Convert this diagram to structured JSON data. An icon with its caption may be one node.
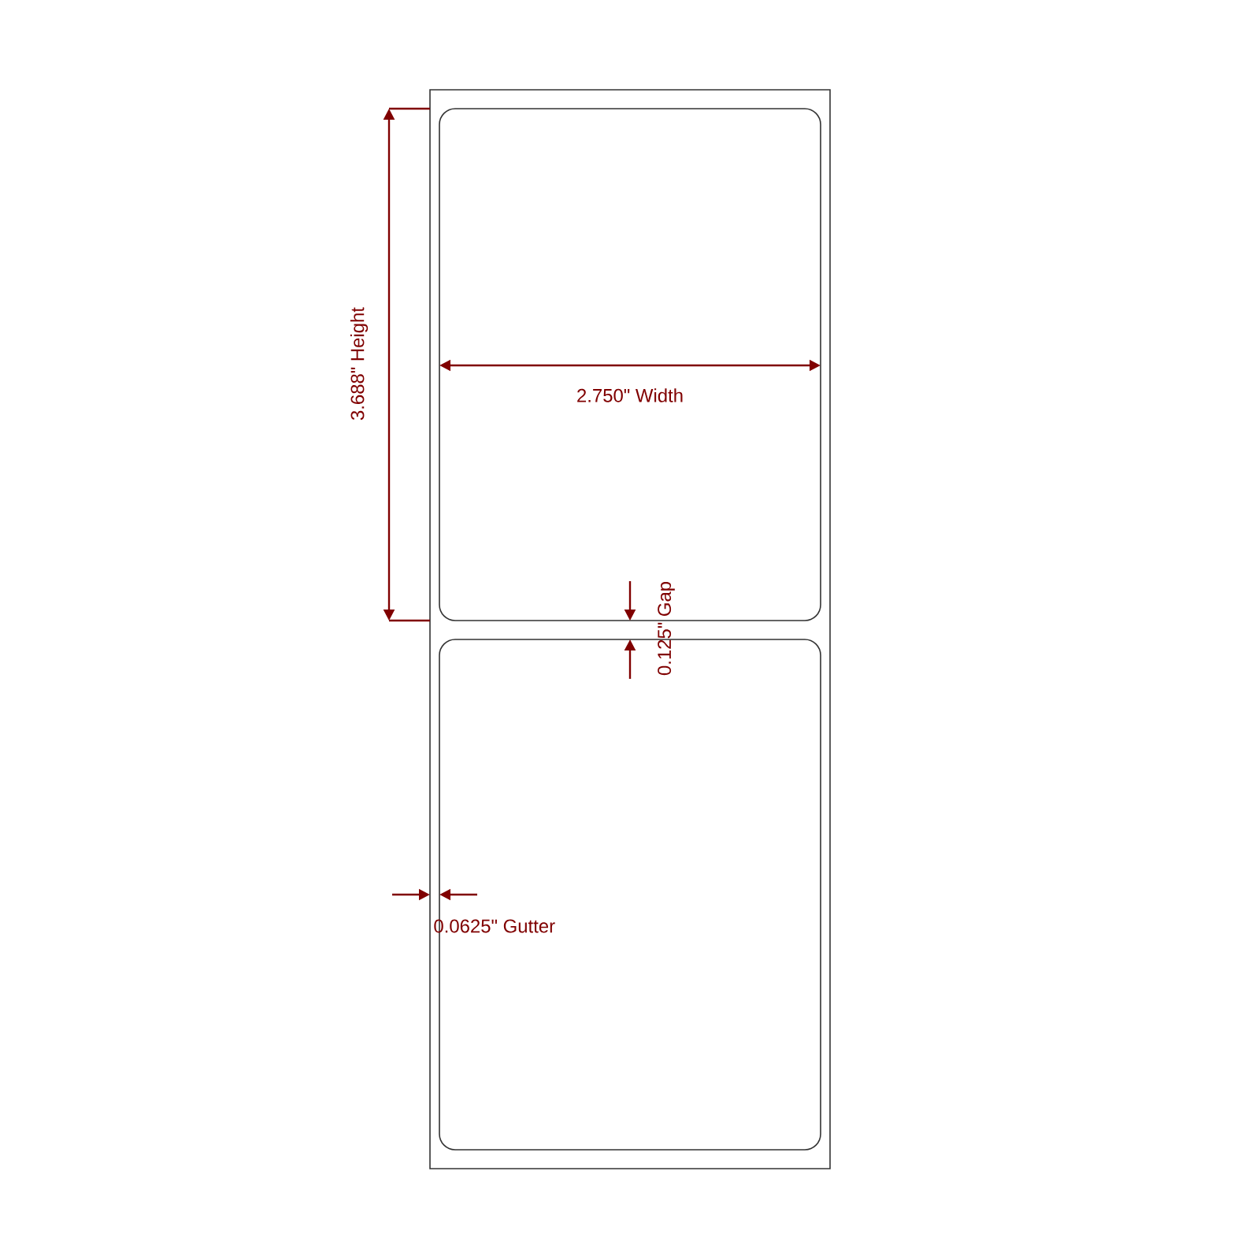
{
  "diagram": {
    "nodes": [
      {
        "text": [],
        "shape": "box"
      },
      {
        "text": [],
        "shape": "box",
        "in": 0
      },
      {
        "text": [],
        "shape": "box",
        "in": 0
      }
    ],
    "labels": [
      "3.688\" Height",
      "2.750\" Width",
      "0.125\" Gap",
      "0.0625\" Gutter"
    ]
  }
}
